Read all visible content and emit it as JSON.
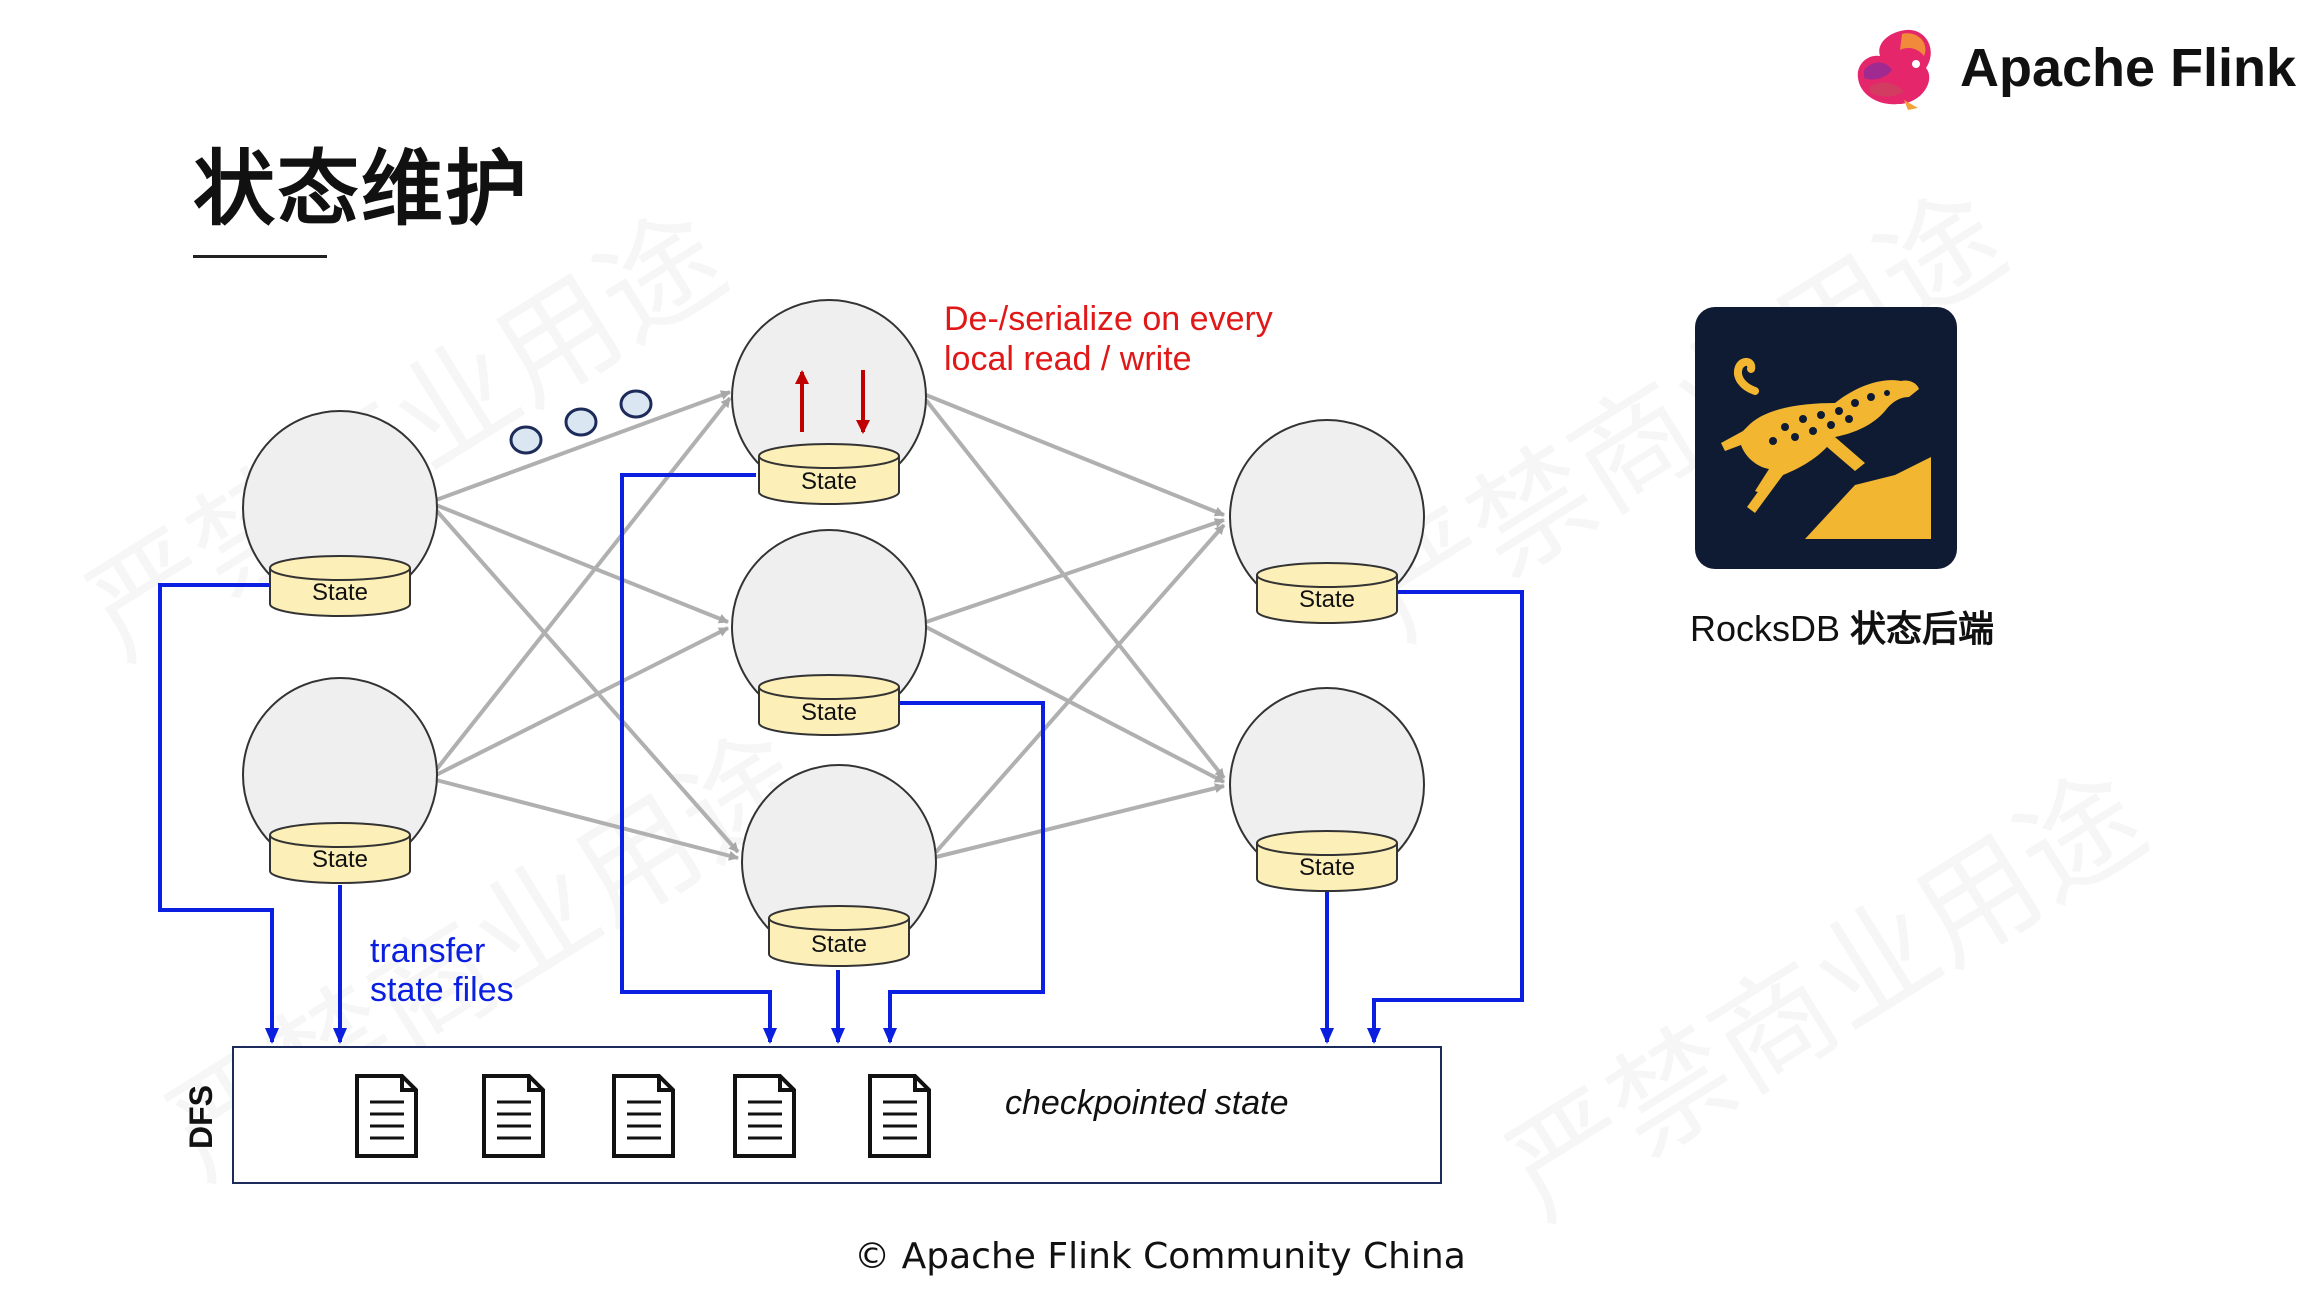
{
  "slide": {
    "title": "状态维护",
    "brand": "Apache Flink",
    "footer": "© Apache Flink Community China",
    "watermark": "严禁商业用途"
  },
  "diagram": {
    "annotation_top": [
      "De-/serialize on every",
      "local read / write"
    ],
    "annotation_transfer": [
      "transfer",
      "state files"
    ],
    "state_label": "State",
    "dfs_label": "DFS",
    "dfs_content": "checkpointed state",
    "file_count": 5,
    "colors": {
      "transfer_arrow": "#0a1fe0",
      "rw_arrow": "#c00000",
      "node_fill": "#efefef",
      "state_fill": "#fcefb8",
      "edge": "#b0b0b0"
    }
  },
  "rocksdb": {
    "label_latin": "RocksDB",
    "label_cjk": "状态后端",
    "icon": "cheetah-icon"
  }
}
